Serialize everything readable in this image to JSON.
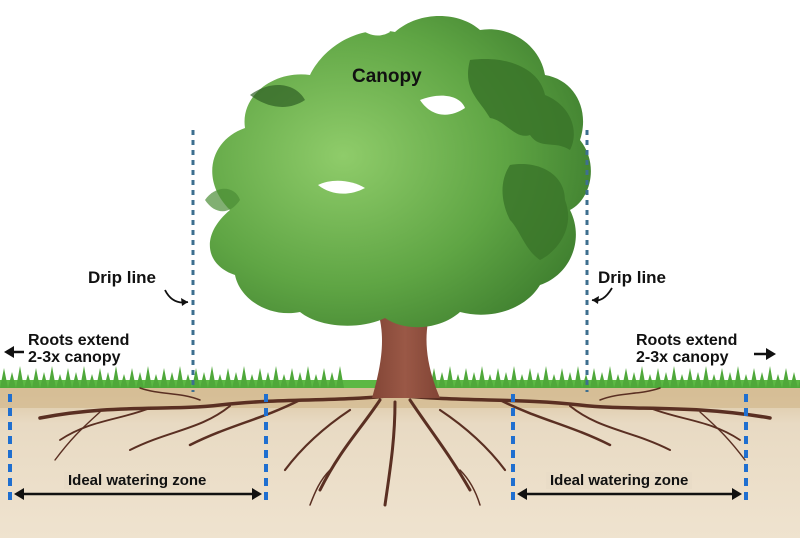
{
  "labels": {
    "canopy": "Canopy",
    "drip_line_left": "Drip line",
    "drip_line_right": "Drip line",
    "roots_left_line1": "Roots extend",
    "roots_left_line2": "2-3x canopy",
    "roots_right_line1": "Roots extend",
    "roots_right_line2": "2-3x canopy",
    "zone_left": "Ideal watering zone",
    "zone_right": "Ideal watering zone"
  },
  "colors": {
    "canopy_light": "#7cc05a",
    "canopy_dark": "#3f7f2f",
    "canopy_shadow": "#2f5f25",
    "trunk": "#8a4a3a",
    "soil": "#e7d8bf",
    "grass": "#4fa83a",
    "root": "#5a2f22",
    "drip_line": "#3d6f8f",
    "zone_marker": "#1f6fd0"
  }
}
